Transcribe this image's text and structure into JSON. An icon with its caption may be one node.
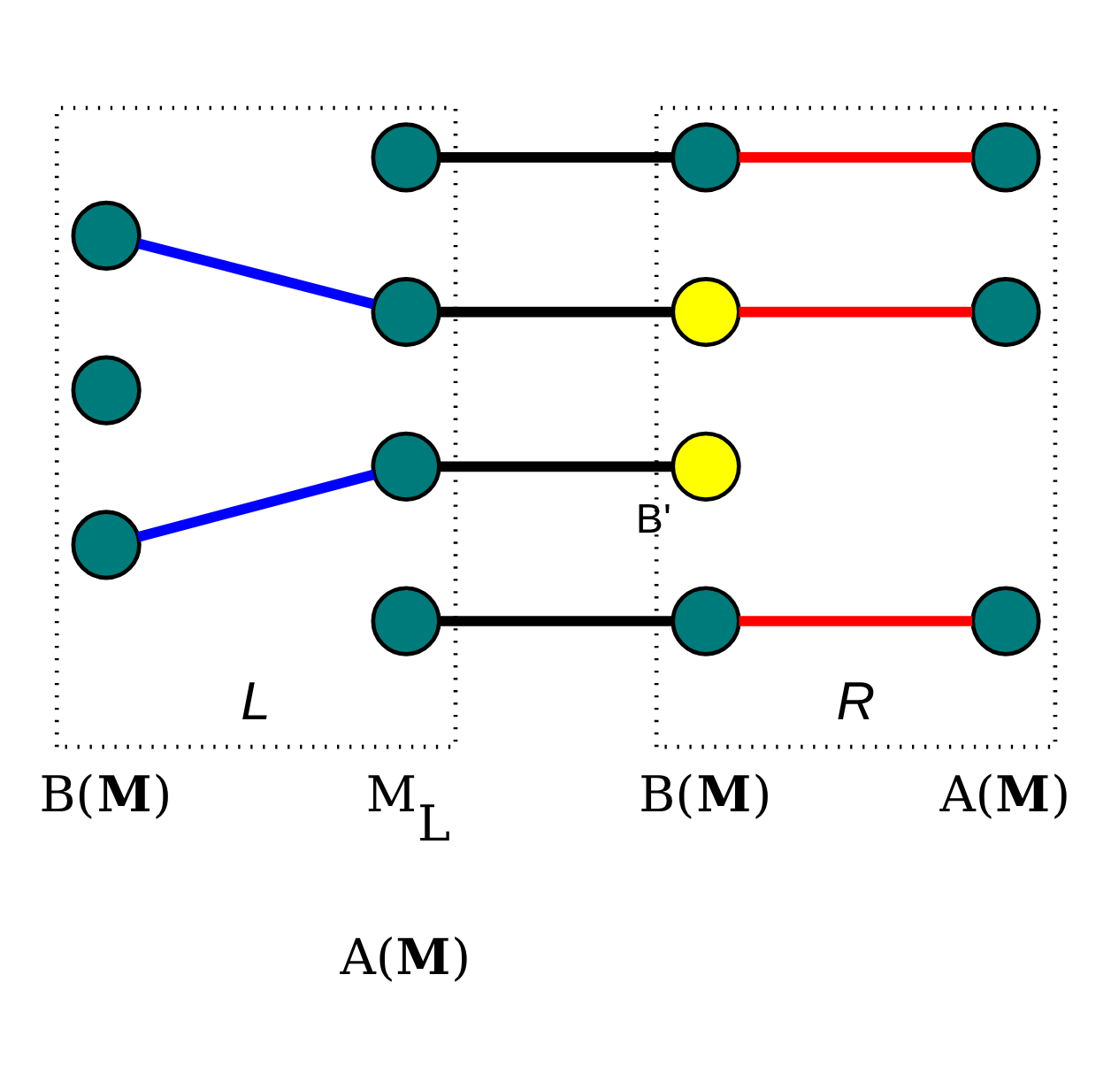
{
  "diagram": {
    "nodes": [
      {
        "text": [
          "L"
        ]
      },
      {
        "text": [
          "R"
        ]
      },
      {
        "text": [],
        "shape": "circle",
        "in": 0
      },
      {
        "text": [],
        "shape": "circle",
        "in": 1
      },
      {
        "text": [],
        "shape": "circle",
        "in": 1
      },
      {
        "text": [],
        "shape": "circle",
        "in": 0
      },
      {
        "text": [],
        "shape": "circle",
        "in": 0
      },
      {
        "text": [],
        "shape": "circle",
        "in": 1
      },
      {
        "text": [],
        "shape": "circle",
        "in": 1
      },
      {
        "text": [],
        "shape": "circle",
        "in": 0
      },
      {
        "text": [],
        "shape": "circle",
        "in": 0
      },
      {
        "text": [],
        "shape": "circle",
        "in": 1,
        "beside": [
          "B'"
        ]
      },
      {
        "text": [],
        "shape": "circle",
        "in": 0
      },
      {
        "text": [],
        "shape": "circle",
        "in": 0
      },
      {
        "text": [],
        "shape": "circle",
        "in": 1
      },
      {
        "text": [],
        "shape": "circle",
        "in": 1
      }
    ],
    "edges": [
      {
        "from": 2,
        "to": 3,
        "arrow": "none"
      },
      {
        "from": 3,
        "to": 4,
        "arrow": "none",
        "color": "#ff0000"
      },
      {
        "from": 5,
        "to": 6,
        "arrow": "none",
        "color": "#0000ff"
      },
      {
        "from": 6,
        "to": 7,
        "arrow": "none"
      },
      {
        "from": 7,
        "to": 8,
        "arrow": "none",
        "color": "#ff0000"
      },
      {
        "from": 10,
        "to": 11,
        "arrow": "none"
      },
      {
        "from": 12,
        "to": 10,
        "arrow": "none",
        "color": "#0000ff"
      },
      {
        "from": 13,
        "to": 14,
        "arrow": "none"
      },
      {
        "from": 14,
        "to": 15,
        "arrow": "none",
        "color": "#ff0000"
      }
    ],
    "labels": [
      "A(**M**)",
      "B(**M**)",
      "M$_{L}$",
      "B(**M**)",
      "A(**M**)"
    ]
  }
}
